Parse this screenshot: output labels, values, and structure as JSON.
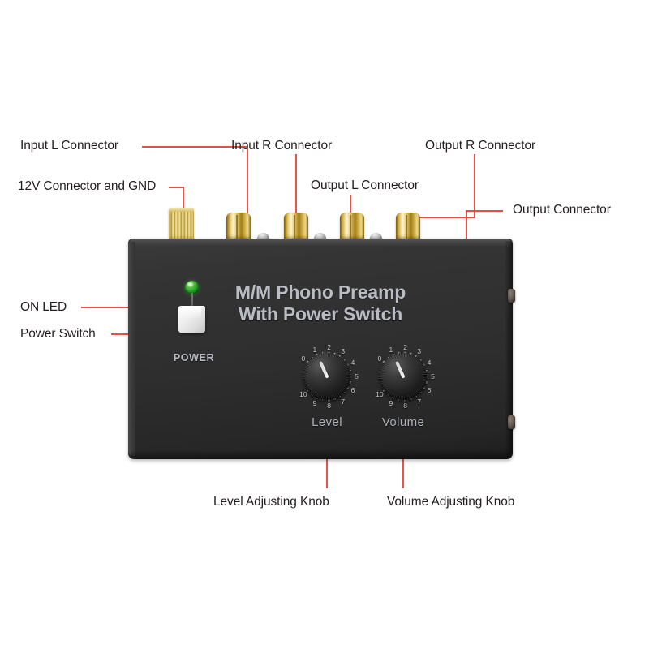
{
  "product": {
    "silkscreen_title_line1": "M/M Phono Preamp",
    "silkscreen_title_line2": "With Power Switch",
    "power_label": "POWER",
    "knobs": [
      {
        "id": "level",
        "caption": "Level",
        "scale_min": 0,
        "scale_max": 10,
        "tick_labels": [
          "0",
          "1",
          "2",
          "3",
          "4",
          "5",
          "6",
          "7",
          "8",
          "9",
          "10"
        ],
        "pointer_value": 1
      },
      {
        "id": "volume",
        "caption": "Volume",
        "scale_min": 0,
        "scale_max": 10,
        "tick_labels": [
          "0",
          "1",
          "2",
          "3",
          "4",
          "5",
          "6",
          "7",
          "8",
          "9",
          "10"
        ],
        "pointer_value": 1
      }
    ]
  },
  "callouts": [
    {
      "id": "input-l-connector",
      "label": "Input L Connector"
    },
    {
      "id": "twelve-volt-gnd",
      "label": "12V Connector and GND"
    },
    {
      "id": "input-r-connector",
      "label": "Input R Connector"
    },
    {
      "id": "output-l-connector",
      "label": "Output L Connector"
    },
    {
      "id": "output-r-connector",
      "label": "Output R Connector"
    },
    {
      "id": "output-connector",
      "label": "Output Connector"
    },
    {
      "id": "on-led",
      "label": "ON LED"
    },
    {
      "id": "power-switch",
      "label": "Power Switch"
    },
    {
      "id": "level-adjusting-knob",
      "label": "Level Adjusting Knob"
    },
    {
      "id": "volume-adjusting-knob",
      "label": "Volume Adjusting Knob"
    }
  ],
  "colors": {
    "leader_line": "#e8342a",
    "label_text": "#231f20",
    "chassis": "#2e2e2e",
    "silkscreen_text": "#b9bcc2",
    "led_on": "#1f9a23",
    "gold": "#dcbb52",
    "background": "#ffffff"
  }
}
